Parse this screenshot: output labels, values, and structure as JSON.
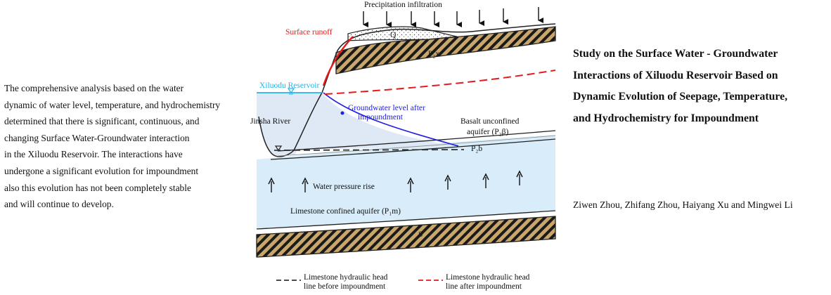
{
  "abstract": {
    "lines": [
      "The comprehensive analysis based on the water",
      "dynamic of water level, temperature, and hydrochemistry",
      "determined that there is significant, continuous, and",
      "changing Surface Water-Groundwater interaction",
      "in the Xiluodu Reservoir. The interactions have",
      "undergone a significant evolution for impoundment",
      "also this evolution has not been completely stable",
      "and will continue to develop."
    ]
  },
  "title": {
    "lines": [
      "Study on the Surface Water - Groundwater",
      "Interactions of Xiluodu Reservoir Based on",
      "Dynamic Evolution of Seepage, Temperature,",
      "and Hydrochemistry for Impoundment"
    ]
  },
  "authors": "Ziwen Zhou, Zhifang Zhou, Haiyang Xu and Mingwei Li",
  "diagram": {
    "labels": {
      "precipitation": "Precipitation infiltration",
      "surface_runoff": "Surface runoff",
      "q": "Q",
      "p2x": "P₂x",
      "reservoir": "Xiluodu Reservoir",
      "gw_level_1": "Groundwater level after",
      "gw_level_2": "impoundment",
      "jinsha": "Jinsha River",
      "basalt_1": "Basalt unconfined",
      "basalt_2": "aquifer (P₂β)",
      "p2b": "P₂b",
      "pressure": "Water pressure rise",
      "limestone": "Limestone confined aquifer (P₁m)",
      "s": "S"
    },
    "legend": {
      "before_1": "Limestone hydraulic head",
      "before_2": "line before impoundment",
      "after_1": "Limestone hydraulic head",
      "after_2": "line after impoundment"
    },
    "colors": {
      "surface_runoff": "#e8191b",
      "reservoir": "#1fb6e8",
      "groundwater": "#2020e0",
      "water_fill": "#d8ecf9",
      "reservoir_fill": "#dfe8f5",
      "hatch": "#c9a66b",
      "head_after": "#e8191b",
      "head_before": "#333333"
    }
  }
}
